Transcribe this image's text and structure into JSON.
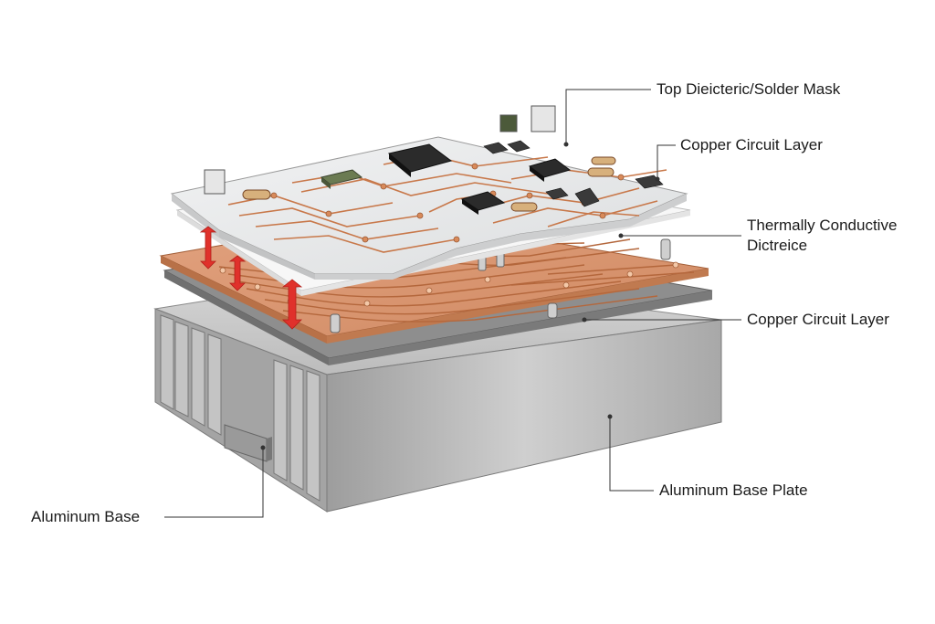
{
  "labels": {
    "top_dielectric": "Top Dieicteric/Solder Mask",
    "copper_layer_upper": "Copper Circuit Layer",
    "thermal_dielectric_line1": "Thermally Conductive",
    "thermal_dielectric_line2": "Dictreice",
    "copper_layer_lower": "Copper Circuit Layer",
    "aluminum_base_plate": "Aluminum Base Plate",
    "aluminum_base": "Aluminum Base"
  },
  "colors": {
    "copper": "#d99672",
    "copper_trace": "#b8693f",
    "pcb_board": "#e8e9ea",
    "aluminum": "#b9b9b9",
    "dielectric": "#f7f7f7",
    "arrow": "#e0312b",
    "chip": "#2a2a2a"
  }
}
